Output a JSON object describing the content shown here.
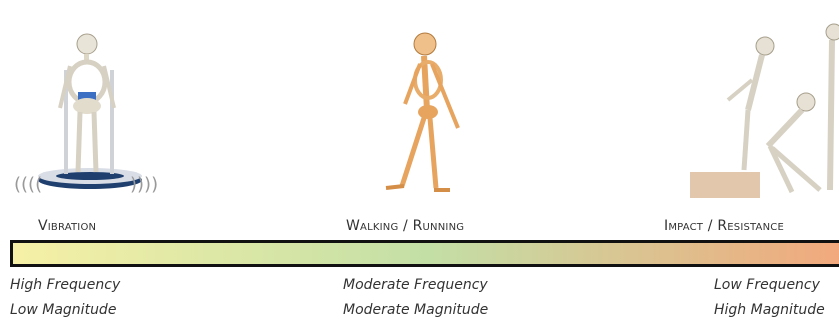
{
  "modes": [
    {
      "label": "Vibration",
      "line1": "High Frequency",
      "line2": "Low Magnitude"
    },
    {
      "label": "Walking / Running",
      "line1": "Moderate Frequency",
      "line2": "Moderate Magnitude"
    },
    {
      "label": "Impact / Resistance",
      "line1": "Low Frequency",
      "line2": "High Magnitude"
    }
  ],
  "gradient": {
    "start": "#f6f0a6",
    "mid": "#c3dfa6",
    "end": "#f2a87c"
  },
  "icons": [
    "skeleton-on-vibration-plate-icon",
    "walking-skeleton-icon",
    "jumping-skeletons-icon"
  ]
}
